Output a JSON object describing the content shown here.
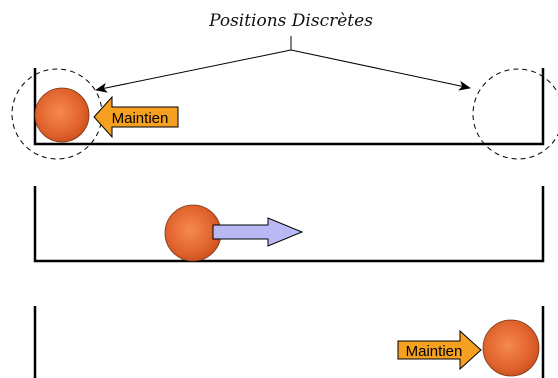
{
  "title": "Positions Discrètes",
  "panels": [
    {
      "label": "Maintien",
      "state": "hold-left"
    },
    {
      "label": "",
      "state": "moving-right"
    },
    {
      "label": "Maintien",
      "state": "hold-right"
    }
  ],
  "colors": {
    "ball": "#e0622c",
    "ball_highlight": "#f58a4e",
    "hold_arrow_fill": "#f5a020",
    "move_arrow_fill": "#b9b8f5",
    "outline": "#000000"
  }
}
